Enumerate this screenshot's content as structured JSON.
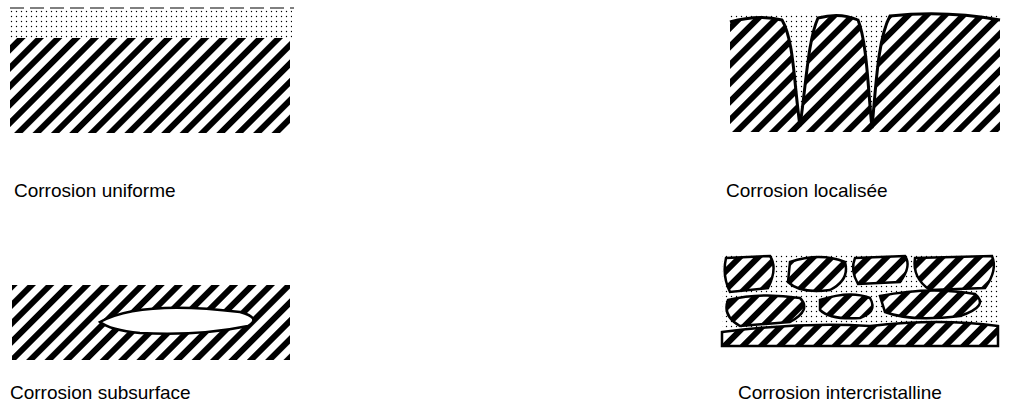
{
  "diagram": {
    "labels": [
      "Corrosion uniforme",
      "Corrosion localisée",
      "Corrosion subsurface",
      "Corrosion intercristalline"
    ]
  }
}
